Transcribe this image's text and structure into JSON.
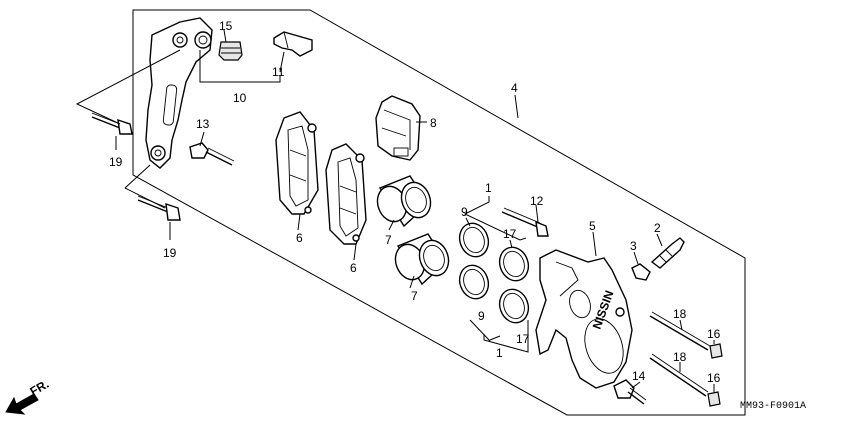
{
  "callouts": {
    "c1a": "1",
    "c1b": "1",
    "c2": "2",
    "c3": "3",
    "c4": "4",
    "c5": "5",
    "c6a": "6",
    "c6b": "6",
    "c7a": "7",
    "c7b": "7",
    "c8": "8",
    "c9a": "9",
    "c9b": "9",
    "c10": "10",
    "c11": "11",
    "c12": "12",
    "c13": "13",
    "c14": "14",
    "c15": "15",
    "c16a": "16",
    "c16b": "16",
    "c17a": "17",
    "c17b": "17",
    "c18a": "18",
    "c18b": "18",
    "c19a": "19",
    "c19b": "19"
  },
  "diagram_code": "MM93-F0901A",
  "front_indicator": "FR.",
  "caliper_logo": "NISSIN",
  "icons": {
    "front_arrow": "front-arrow-icon"
  }
}
